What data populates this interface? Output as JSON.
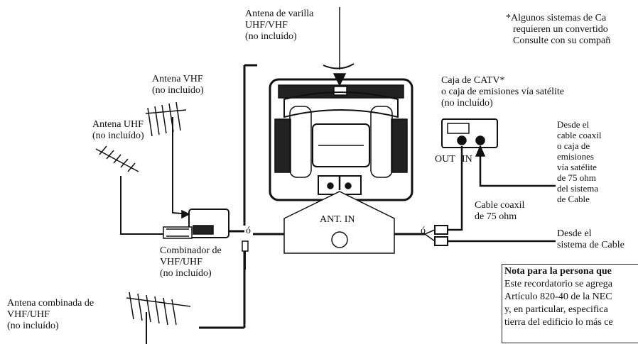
{
  "labels": {
    "rod_antenna": [
      "Antena de varilla",
      "UHF/VHF",
      "(no incluído)"
    ],
    "vhf_antenna": [
      "Antena VHF",
      "(no incluído)"
    ],
    "uhf_antenna": [
      "Antena UHF",
      "(no incluído)"
    ],
    "combiner": [
      "Combinador de",
      "VHF/UHF",
      "(no incluído)"
    ],
    "combo_antenna": [
      "Antena combinada de",
      "VHF/UHF",
      "(no incluído)"
    ],
    "catv_box": [
      "Caja de CATV*",
      "o caja de emisiones vía satélite",
      "(no incluído)"
    ],
    "from_coax": [
      "Desde el",
      "cable coaxil",
      "o caja de",
      "emisiones",
      "vía satélite",
      "de 75 ohm",
      "del sistema",
      "de Cable"
    ],
    "coax_cable": [
      "Cable coaxil",
      "de 75 ohm"
    ],
    "from_cable_system": [
      "Desde el",
      "sistema de Cable"
    ],
    "out": "OUT",
    "in": "IN",
    "ant_in": "ANT. IN",
    "or_1": "ó",
    "or_2": "ó"
  },
  "footnote": [
    "*Algunos sistemas de Ca",
    "requieren un convertido",
    "Consulte con su compañ"
  ],
  "note": {
    "title": "Nota para la persona que",
    "lines": [
      "Este recordatorio se agrega",
      "Artículo 820-40 de la NEC",
      "y, en particular, especifica",
      "tierra del edificio lo más ce"
    ]
  }
}
